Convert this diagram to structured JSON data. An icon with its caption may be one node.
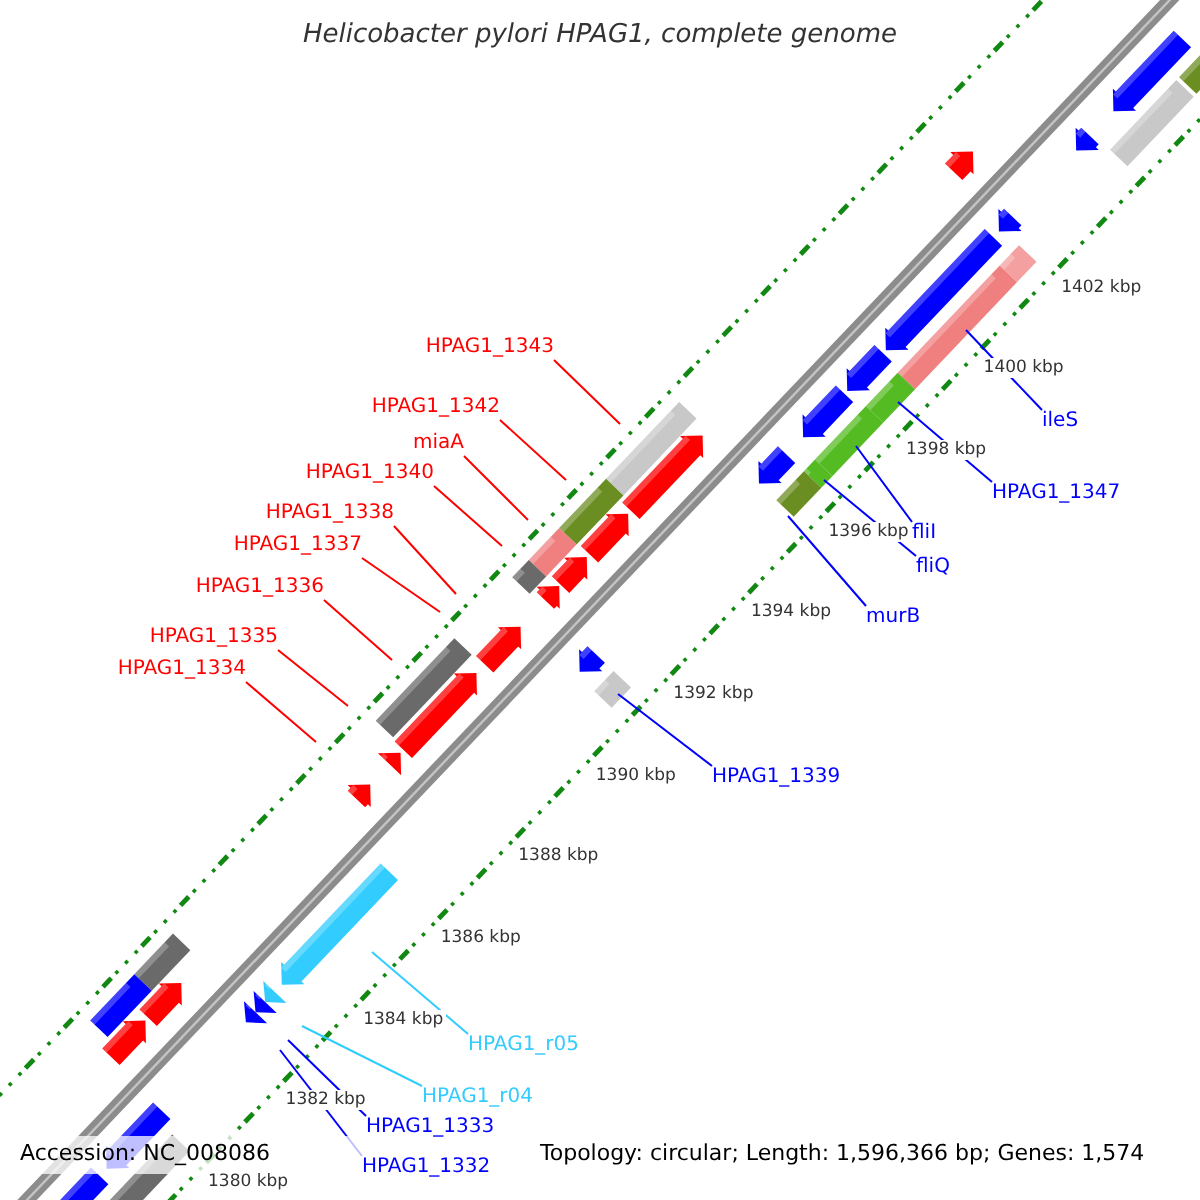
{
  "diagram": {
    "title": "Helicobacter pylori HPAG1, complete genome",
    "nodes": [
      {
        "text": [
          "HPAG1_1343"
        ]
      },
      {
        "text": [
          "HPAG1_1342"
        ]
      },
      {
        "text": [
          "miaA"
        ]
      },
      {
        "text": [
          "HPAG1_1340"
        ]
      },
      {
        "text": [
          "HPAG1_1338"
        ]
      },
      {
        "text": [
          "HPAG1_1337"
        ]
      },
      {
        "text": [
          "HPAG1_1336"
        ]
      },
      {
        "text": [
          "ileS"
        ]
      },
      {
        "text": [
          "HPAG1_1347"
        ]
      },
      {
        "text": [
          "fliI"
        ]
      },
      {
        "text": [
          "fliQ"
        ]
      },
      {
        "text": [
          "murB"
        ]
      },
      {
        "text": [
          "HPAG1_1335"
        ]
      },
      {
        "text": [
          "HPAG1_1334"
        ]
      },
      {
        "text": [
          "HPAG1_1339"
        ]
      },
      {
        "text": [
          "HPAG1_r05"
        ]
      },
      {
        "text": [
          "HPAG1_r04"
        ]
      },
      {
        "text": [
          "HPAG1_1333"
        ]
      },
      {
        "text": [
          "HPAG1_1332"
        ]
      }
    ],
    "edges": [
      {
        "from": 0,
        "to": null,
        "arrow": "none"
      },
      {
        "from": 1,
        "to": null,
        "arrow": "none"
      },
      {
        "from": 2,
        "to": null,
        "arrow": "none"
      },
      {
        "from": 3,
        "to": null,
        "arrow": "none"
      },
      {
        "from": 4,
        "to": null,
        "arrow": "none"
      },
      {
        "from": 5,
        "to": null,
        "arrow": "none"
      },
      {
        "from": 6,
        "to": null,
        "arrow": "none"
      },
      {
        "from": 7,
        "to": null,
        "arrow": "none",
        "color": "#0000ff"
      },
      {
        "from": 8,
        "to": null,
        "arrow": "none",
        "color": "#0000ff"
      },
      {
        "from": 9,
        "to": null,
        "arrow": "none",
        "color": "#0000ff"
      },
      {
        "from": 10,
        "to": null,
        "arrow": "none",
        "color": "#0000ff"
      },
      {
        "from": 11,
        "to": null,
        "arrow": "none",
        "color": "#0000ff"
      },
      {
        "from": 12,
        "to": null,
        "arrow": "none"
      },
      {
        "from": 13,
        "to": null,
        "arrow": "none"
      },
      {
        "from": 14,
        "to": null,
        "arrow": "none",
        "color": "#0000ff"
      },
      {
        "from": 15,
        "to": null,
        "arrow": "none",
        "color": "#33ccff"
      },
      {
        "from": 16,
        "to": null,
        "arrow": "none",
        "color": "#33ccff"
      },
      {
        "from": 17,
        "to": null,
        "arrow": "none",
        "color": "#0000ff"
      },
      {
        "from": 18,
        "to": null,
        "arrow": "none",
        "color": "#0000ff"
      }
    ],
    "labels": [
      "1402 kbp",
      "1400 kbp",
      "1398 kbp",
      "1396 kbp",
      "1394 kbp",
      "1392 kbp",
      "1390 kbp",
      "1388 kbp",
      "1386 kbp",
      "1384 kbp",
      "1382 kbp",
      "1380 kbp",
      "Accession: NC_008086",
      "Topology: circular; Length: 1,596,366 bp; Genes: 1,574"
    ]
  }
}
